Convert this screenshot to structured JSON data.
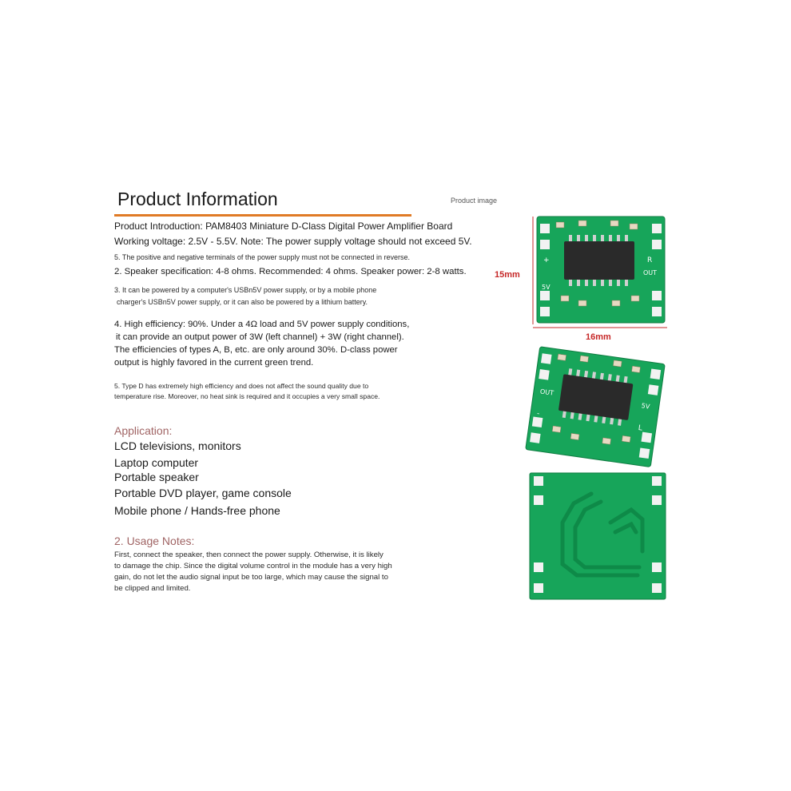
{
  "header": {
    "title": "Product Information",
    "image_caption": "Product image"
  },
  "info": {
    "intro": "Product Introduction: PAM8403 Miniature D-Class Digital Power Amplifier Board",
    "voltage": "Working voltage: 2.5V - 5.5V. Note: The power supply voltage should not exceed 5V.",
    "note5a": "5. The positive and negative terminals of the power supply must not be connected in reverse.",
    "speaker": "2. Speaker specification: 4-8 ohms. Recommended: 4 ohms. Speaker power: 2-8 watts.",
    "usb_line1": "3. It can be powered by a computer's USBn5V power supply, or by a mobile phone",
    "usb_line2": "charger's USBn5V power supply, or it can also be powered by a lithium battery.",
    "eff_line1": "4. High efficiency: 90%. Under a 4Ω load and 5V power supply conditions,",
    "eff_line2": "it can provide an output power of 3W (left channel) + 3W (right channel).",
    "eff_line3": "The efficiencies of types A, B, etc. are only around 30%. D-class power",
    "eff_line4": "output is highly favored in the current green trend.",
    "typed_line1": "5. Type D has extremely high efficiency and does not affect the sound quality due to",
    "typed_line2": "temperature rise. Moreover, no heat sink is required and it occupies a very small space."
  },
  "application": {
    "heading": "Application:",
    "items": [
      "LCD televisions, monitors",
      "Laptop computer",
      "Portable speaker",
      "Portable DVD player, game console",
      "Mobile phone / Hands-free phone"
    ]
  },
  "usage": {
    "heading": "2. Usage Notes:",
    "line1": "First, connect the speaker, then connect the power supply. Otherwise, it is likely",
    "line2": "to damage the chip. Since the digital volume control in the module has a very high",
    "line3": "gain, do not let the audio signal input be too large, which may cause the signal to",
    "line4": "be clipped and limited."
  },
  "images": {
    "dim_height": "15mm",
    "dim_width": "16mm",
    "pcb_labels": {
      "out": "OUT",
      "v5": "5V",
      "plus": "+",
      "minus": "-",
      "l": "L",
      "r": "R"
    }
  },
  "colors": {
    "accent_rule": "#e07b26",
    "section_heading": "#a06464",
    "dimension": "#c62828",
    "pcb_green": "#17a55a"
  }
}
